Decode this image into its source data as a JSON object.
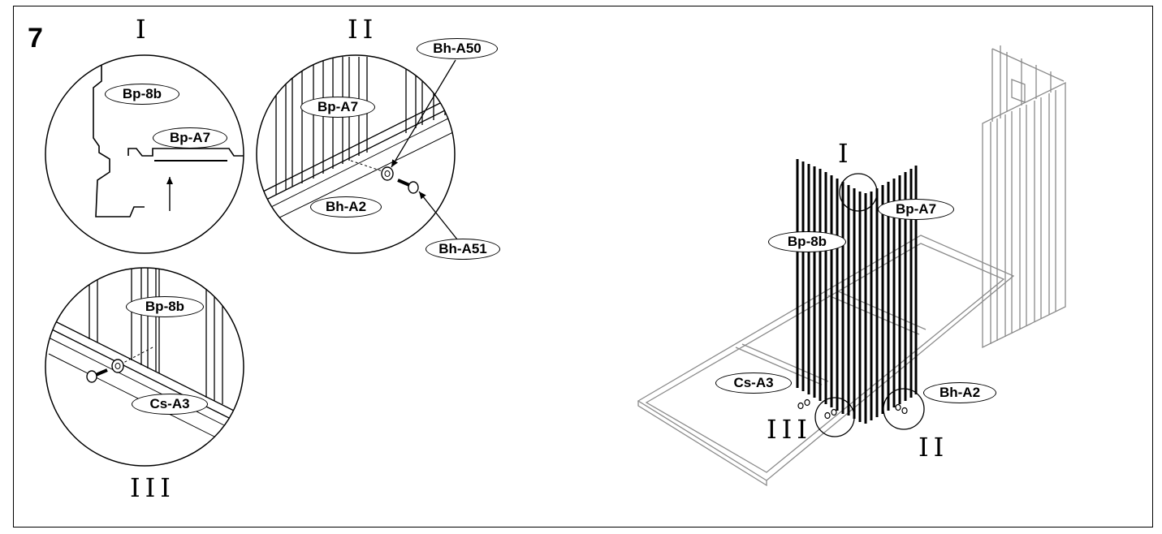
{
  "step_number": "7",
  "detail_markers": {
    "one": "I",
    "two": "II",
    "three": "III"
  },
  "part_labels": {
    "bp_8b": "Bp-8b",
    "bp_a7": "Bp-A7",
    "bh_a50": "Bh-A50",
    "bh_a2": "Bh-A2",
    "bh_a51": "Bh-A51",
    "cs_a3": "Cs-A3"
  }
}
